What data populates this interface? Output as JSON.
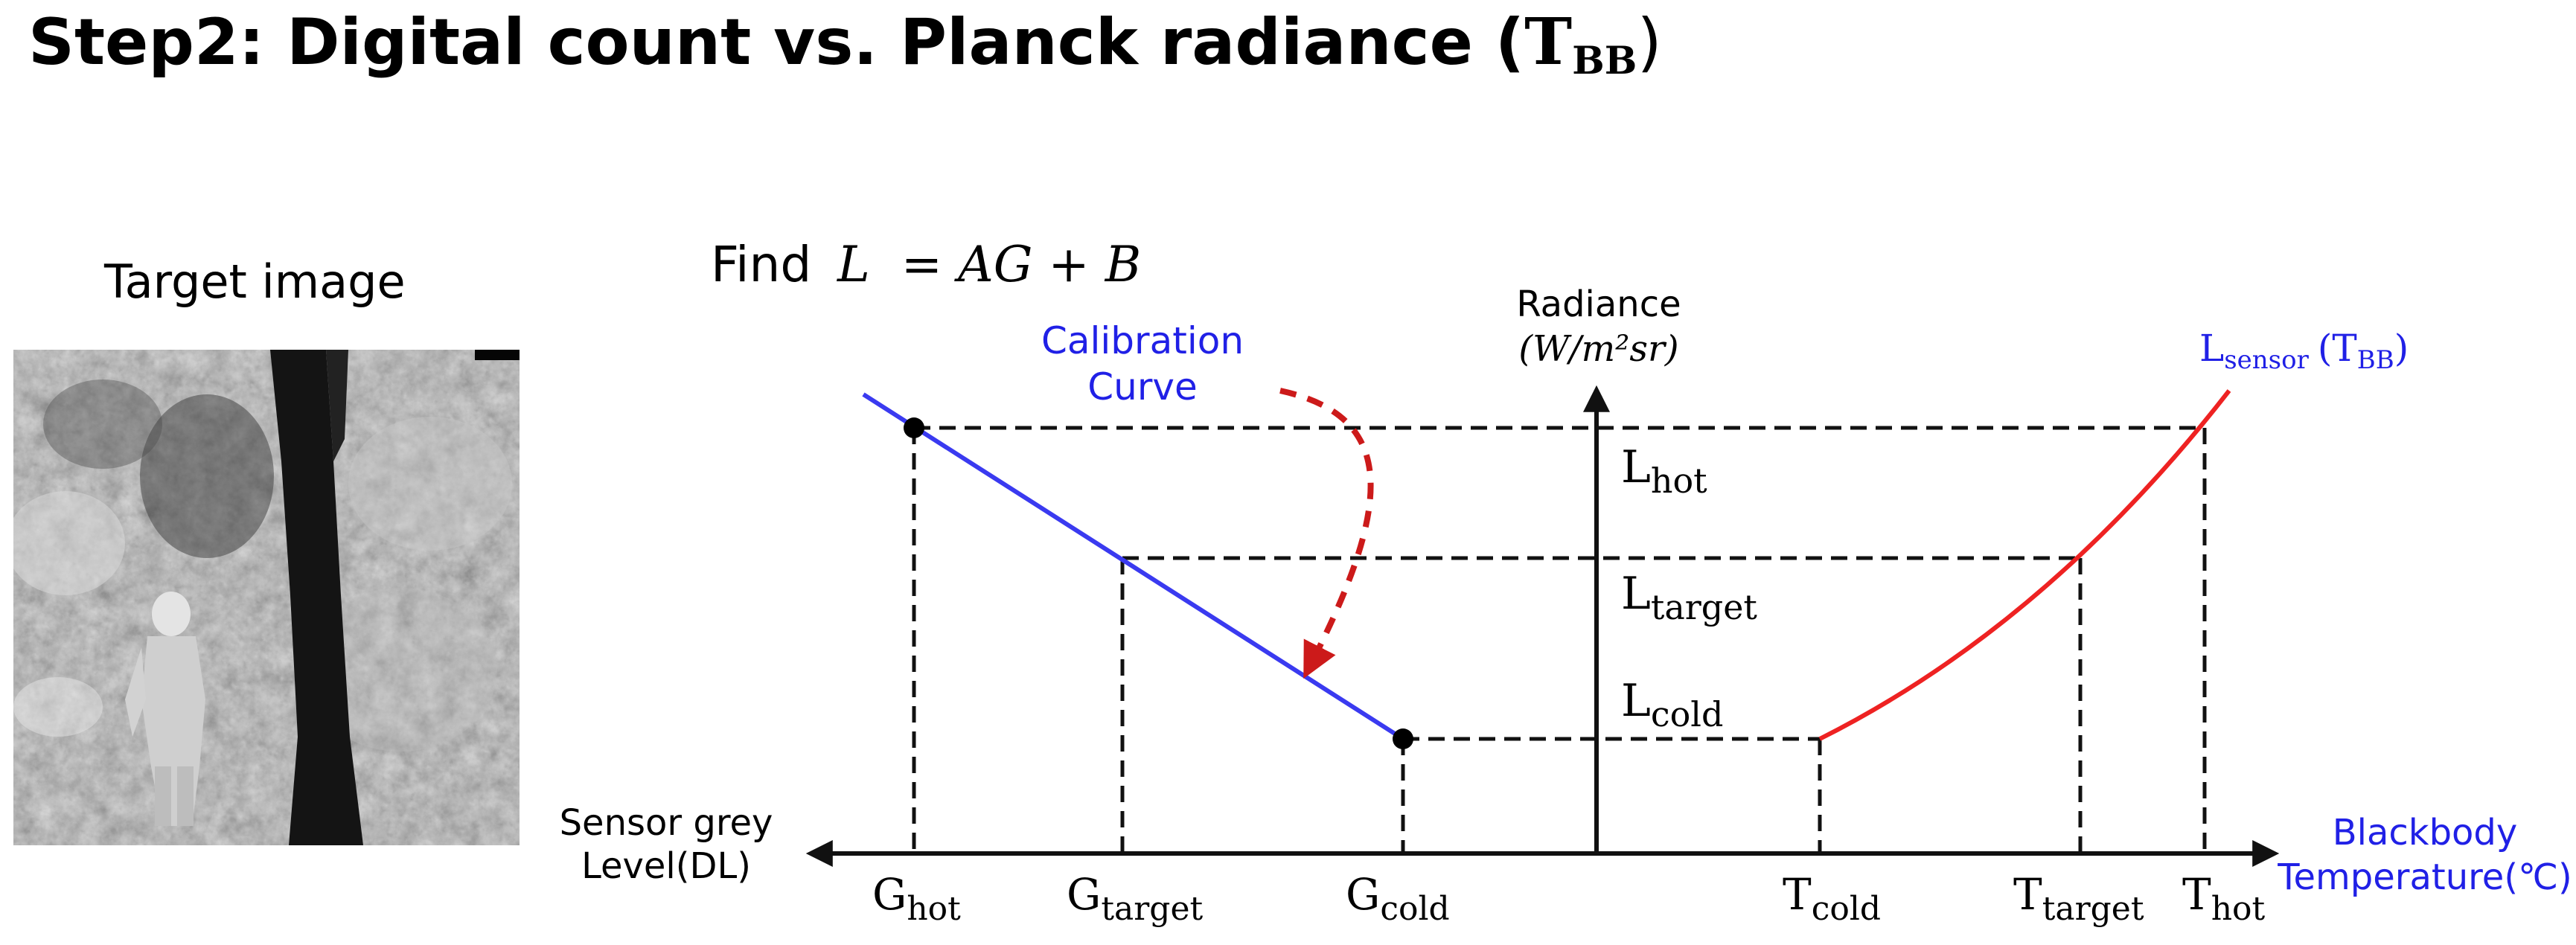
{
  "title": {
    "prefix": "Step2: Digital count vs. Planck radiance (",
    "t_main": "T",
    "t_sub": "BB",
    "suffix": ")"
  },
  "target_image": {
    "label": "Target image"
  },
  "formula": {
    "prefix": "Find",
    "equation": "L  = AG + B"
  },
  "calibration_curve": {
    "line1": "Calibration",
    "line2": "Curve"
  },
  "radiance_axis": {
    "line1": "Radiance",
    "line2": "(W/m²sr)"
  },
  "lsensor": {
    "main": "L",
    "sub": "sensor",
    "paren_main": "(T",
    "paren_sub": "BB",
    "paren_close": ")"
  },
  "y_levels": [
    {
      "main": "L",
      "sub": "hot"
    },
    {
      "main": "L",
      "sub": "target"
    },
    {
      "main": "L",
      "sub": "cold"
    }
  ],
  "g_labels": [
    {
      "main": "G",
      "sub": "hot"
    },
    {
      "main": "G",
      "sub": "target"
    },
    {
      "main": "G",
      "sub": "cold"
    }
  ],
  "t_labels": [
    {
      "main": "T",
      "sub": "cold"
    },
    {
      "main": "T",
      "sub": "target"
    },
    {
      "main": "T",
      "sub": "hot"
    }
  ],
  "left_axis": {
    "line1": "Sensor grey",
    "line2": "Level(DL)"
  },
  "right_axis": {
    "line1": "Blackbody",
    "line2": "Temperature(℃)"
  },
  "colors": {
    "linear": "#3a3af0",
    "planck": "#ee2222",
    "arrow": "#cc1a1a",
    "label_blue": "#2020e6",
    "dash": "#111111"
  }
}
